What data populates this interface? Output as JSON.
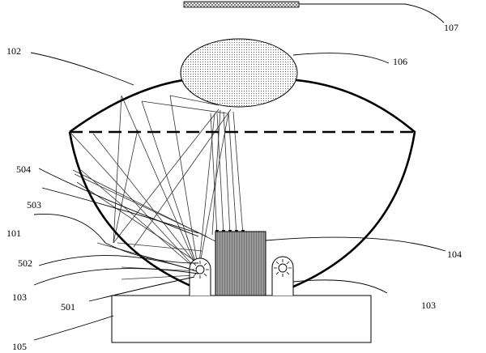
{
  "labels": {
    "l101": "101",
    "l102": "102",
    "l103a": "103",
    "l103b": "103",
    "l104": "104",
    "l105": "105",
    "l106": "106",
    "l107": "107",
    "l501": "501",
    "l502": "502",
    "l503": "503",
    "l504": "504"
  }
}
